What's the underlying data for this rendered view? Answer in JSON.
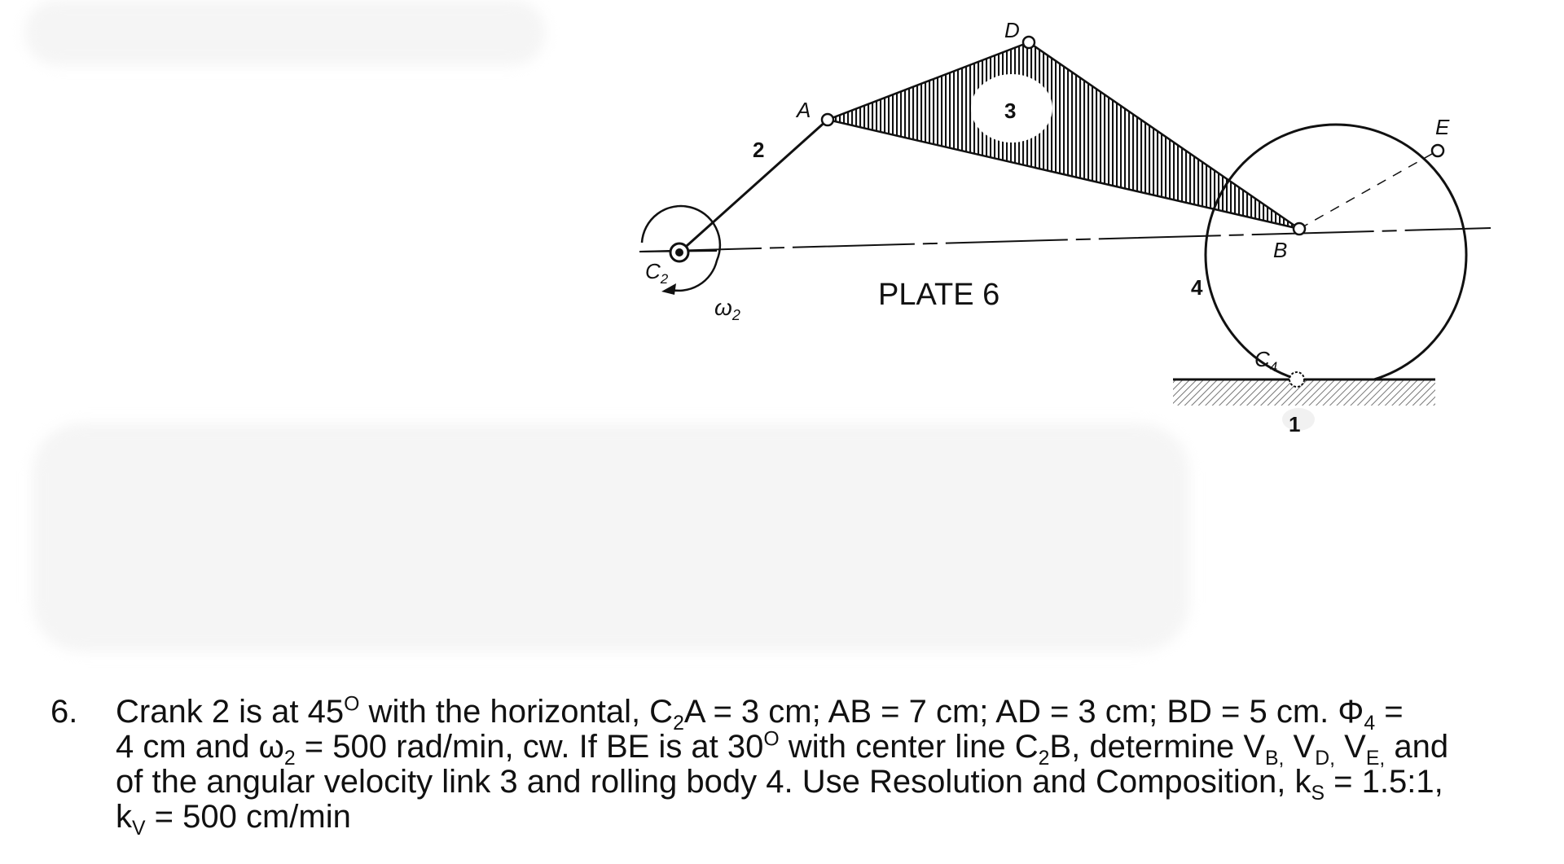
{
  "figure": {
    "title": "PLATE 6",
    "points": {
      "D": "D",
      "A": "A",
      "E": "E",
      "B": "B"
    },
    "pivot_main": "C",
    "pivot_main_sub": "2",
    "omega": "ω",
    "omega_sub": "2",
    "contact": "C",
    "contact_sub": "4",
    "links": {
      "crank": "2",
      "coupler": "3",
      "body": "4",
      "ground": "1"
    }
  },
  "problem": {
    "number": "6.",
    "line1_a": "Crank 2 is at 45",
    "deg": "O",
    "line1_b": " with the horizontal, C",
    "sub2": "2",
    "line1_c": "A = 3 cm; AB = 7 cm; AD = 3 cm; BD = 5 cm. Φ",
    "sub4": "4",
    "line1_d": " =",
    "line2_a": "4 cm and ω",
    "line2_b": " = 500 rad/min, cw. If BE is at 30",
    "line2_c": " with center line C",
    "line2_d": "B, determine V",
    "subB": "B,",
    "line2_e": " V",
    "subD": "D,",
    "line2_f": " V",
    "subE": "E,",
    "line2_g": " and",
    "line3": "of the angular velocity link 3 and rolling body 4. Use Resolution and Composition, k",
    "subS": "S",
    "line3_b": " = 1.5:1,",
    "line4_a": "k",
    "subV": "V",
    "line4_b": " = 500 cm/min"
  }
}
